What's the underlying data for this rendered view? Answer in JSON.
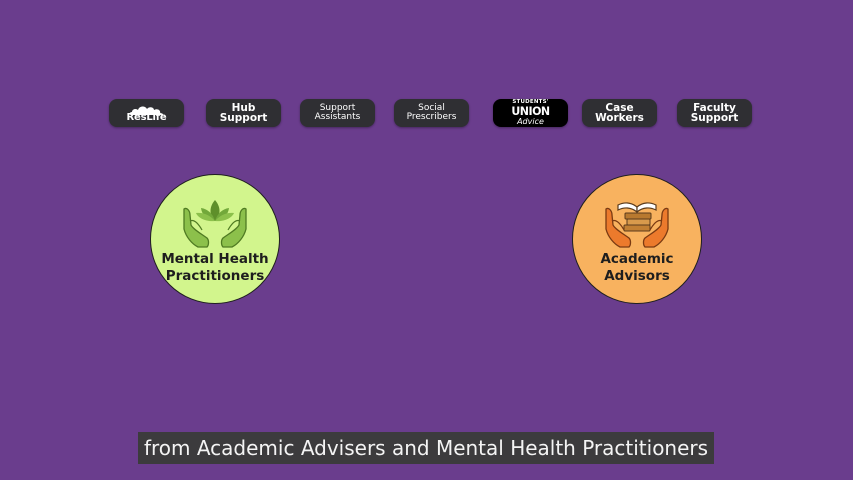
{
  "roles": [
    {
      "id": "reslife",
      "label": "ResLife",
      "kind": "logo"
    },
    {
      "id": "hub-support",
      "label": "Hub\nSupport",
      "kind": "big"
    },
    {
      "id": "support-assistants",
      "label": "Support\nAssistants",
      "kind": "small"
    },
    {
      "id": "social-prescribers",
      "label": "Social\nPrescribers",
      "kind": "small"
    },
    {
      "id": "students-union-advice",
      "label_top": "STUDENTS'",
      "label_mid": "UNION",
      "label_bottom": "Advice",
      "kind": "logo"
    },
    {
      "id": "case-workers",
      "label": "Case\nWorkers",
      "kind": "big"
    },
    {
      "id": "faculty-support",
      "label": "Faculty\nSupport",
      "kind": "big"
    }
  ],
  "circles": [
    {
      "id": "mental-health",
      "label": "Mental Health\nPractitioners",
      "color": "#d2f58d",
      "icon": "hands-lotus-icon"
    },
    {
      "id": "academic",
      "label": "Academic\nAdvisors",
      "color": "#f8b25f",
      "icon": "hands-books-icon"
    }
  ],
  "caption": "from Academic Advisers and Mental Health Practitioners",
  "colors": {
    "background": "#6a3d8d",
    "pill": "#2f2f33",
    "caption_bg": "#3c3b3d"
  }
}
